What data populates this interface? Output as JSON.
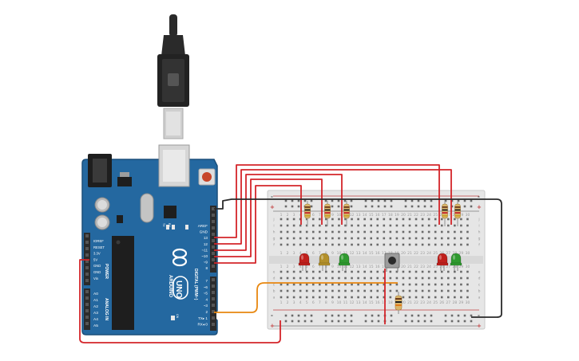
{
  "arduino": {
    "brand": "ARDUINO",
    "model": "UNO",
    "digital_label": "DIGITAL (PWM~)",
    "analog_label": "ANALOG IN",
    "power_label": "POWER",
    "tx_label": "TX",
    "rx_label": "RX",
    "on_label": "ON",
    "power_pins": [
      "IOREF",
      "RESET",
      "3.3V",
      "5V",
      "GND",
      "GND",
      "Vin"
    ],
    "analog_pins": [
      "A0",
      "A1",
      "A2",
      "A3",
      "A4",
      "A5"
    ],
    "top_pins": [
      "AREF",
      "GND",
      "13",
      "12",
      "~11",
      "~10",
      "~9",
      "8"
    ],
    "bottom_pins": [
      "7",
      "~6",
      "~5",
      "4",
      "~3",
      "2",
      "TX▸ 1",
      "RX◂ 0"
    ]
  },
  "breadboard": {
    "row_letters_top": [
      "j",
      "i",
      "h",
      "g",
      "f"
    ],
    "row_letters_bottom": [
      "e",
      "d",
      "c",
      "b",
      "a"
    ],
    "column_numbers": [
      "1",
      "2",
      "3",
      "4",
      "5",
      "6",
      "7",
      "8",
      "9",
      "10",
      "11",
      "12",
      "13",
      "14",
      "15",
      "16",
      "17",
      "18",
      "19",
      "20",
      "21",
      "22",
      "23",
      "24",
      "25",
      "26",
      "27",
      "28",
      "29",
      "30"
    ],
    "plus": "+",
    "minus": "-"
  },
  "components": {
    "leds": [
      {
        "name": "red-led-1",
        "color": "#c0201c"
      },
      {
        "name": "yellow-led",
        "color": "#b3902a"
      },
      {
        "name": "green-led-1",
        "color": "#2f9a2f"
      },
      {
        "name": "red-led-2",
        "color": "#c0201c"
      },
      {
        "name": "green-led-2",
        "color": "#2f9a2f"
      }
    ],
    "resistor_count": 6,
    "button_count": 1
  },
  "colors": {
    "board": "#2468a0",
    "board_edge": "#1b4f7a",
    "breadboard": "#e6e6e6",
    "wire_red": "#d4252a",
    "wire_black": "#2a2a2a",
    "wire_orange": "#e8870f",
    "header": "#2b2b2b"
  }
}
